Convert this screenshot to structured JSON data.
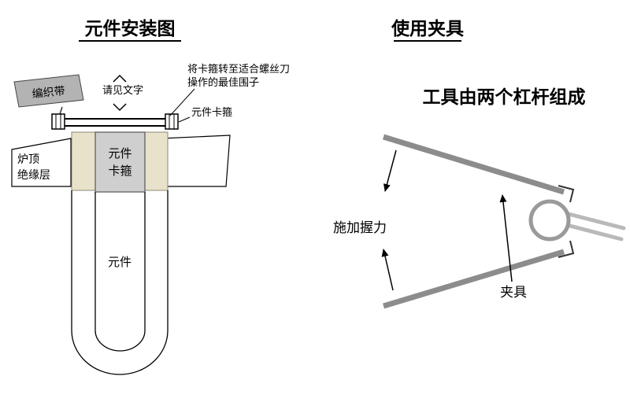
{
  "left": {
    "title": "元件安装图",
    "band_label": "编织带",
    "see_text": "请见文字",
    "callout": {
      "line1": "将卡箍转至适合螺丝刀",
      "line2": "操作的最佳围子"
    },
    "clamp_label": "元件卡箍",
    "roof": {
      "line1": "炉顶",
      "line2": "绝缘层"
    },
    "clamp_box": {
      "line1": "元件",
      "line2": "卡箍"
    },
    "element_label": "元件"
  },
  "right": {
    "title": "使用夹具",
    "subtitle": "工具由两个杠杆组成",
    "grip_label": "施加握力",
    "tool_label": "夹具"
  },
  "colors": {
    "band_gray": "#b3b3b3",
    "clamp_box_gray": "#cfcfcf",
    "tube_beige": "#e9e2cb",
    "lever_gray": "#8c8c8c",
    "lead_gray": "#b9b9b9",
    "ring_gray": "#9a9a9a"
  }
}
